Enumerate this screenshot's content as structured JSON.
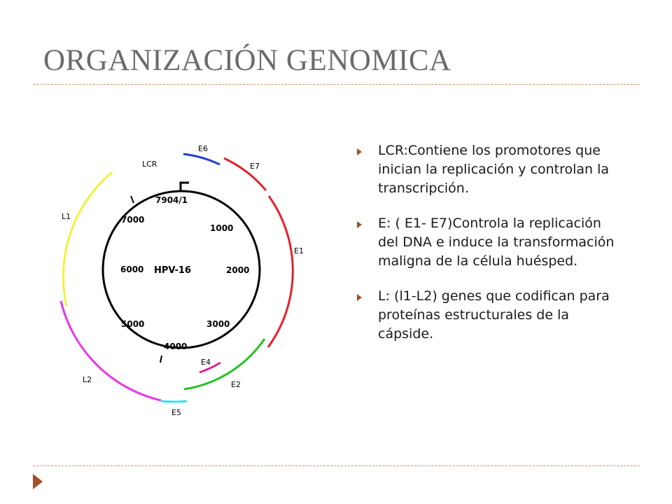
{
  "slide": {
    "title": "ORGANIZACIÓN GENOMICA"
  },
  "diagram": {
    "center_label": "HPV-16",
    "ring_labels": [
      "7904/1",
      "1000",
      "2000",
      "3000",
      "4000",
      "5000",
      "6000",
      "7000"
    ],
    "genes": [
      {
        "name": "E6",
        "color": "#1f3fd0"
      },
      {
        "name": "E7",
        "color": "#e6202a"
      },
      {
        "name": "E1",
        "color": "#e6202a"
      },
      {
        "name": "E2",
        "color": "#22c322"
      },
      {
        "name": "E4",
        "color": "#e0208c"
      },
      {
        "name": "E5",
        "color": "#2ae6f0"
      },
      {
        "name": "L2",
        "color": "#e63ae6"
      },
      {
        "name": "L1",
        "color": "#f2f23a"
      },
      {
        "name": "LCR",
        "color": "#000000"
      }
    ]
  },
  "bullets": [
    {
      "text": "LCR:Contiene los promotores que inician la replicación y controlan la transcripción."
    },
    {
      "text": "E: ( E1- E7)Controla la replicación del DNA e induce la transformación maligna de la célula huésped."
    },
    {
      "text": "L:  (l1-L2) genes que codifican para proteínas estructurales de la cápside."
    }
  ],
  "colors": {
    "title": "#6b6b6b",
    "divider": "#c8906a",
    "bullet_marker": "#a0522d"
  }
}
